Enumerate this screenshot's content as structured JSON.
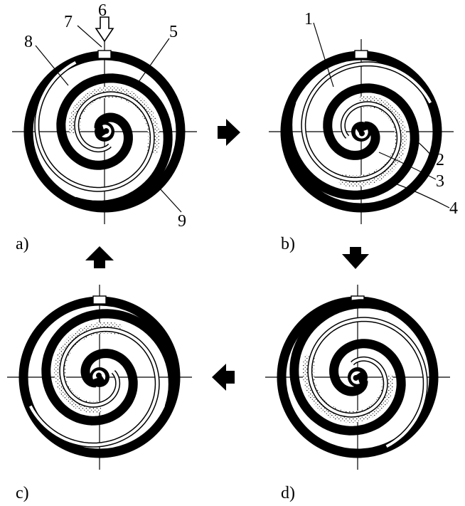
{
  "colors": {
    "ink": "#000000",
    "paper": "#ffffff"
  },
  "panels": [
    {
      "id": "a",
      "caption": "a)",
      "rotation": 0,
      "callouts": [
        "5",
        "6",
        "7",
        "8",
        "9"
      ]
    },
    {
      "id": "b",
      "caption": "b)",
      "rotation": 90,
      "callouts": [
        "1",
        "2",
        "3",
        "4"
      ]
    },
    {
      "id": "c",
      "caption": "c)",
      "rotation": 270,
      "callouts": []
    },
    {
      "id": "d",
      "caption": "d)",
      "rotation": 180,
      "callouts": []
    }
  ],
  "transitions": [
    {
      "from": "a",
      "to": "b",
      "direction": "right"
    },
    {
      "from": "b",
      "to": "d",
      "direction": "down"
    },
    {
      "from": "d",
      "to": "c",
      "direction": "left"
    },
    {
      "from": "c",
      "to": "a",
      "direction": "up"
    }
  ]
}
